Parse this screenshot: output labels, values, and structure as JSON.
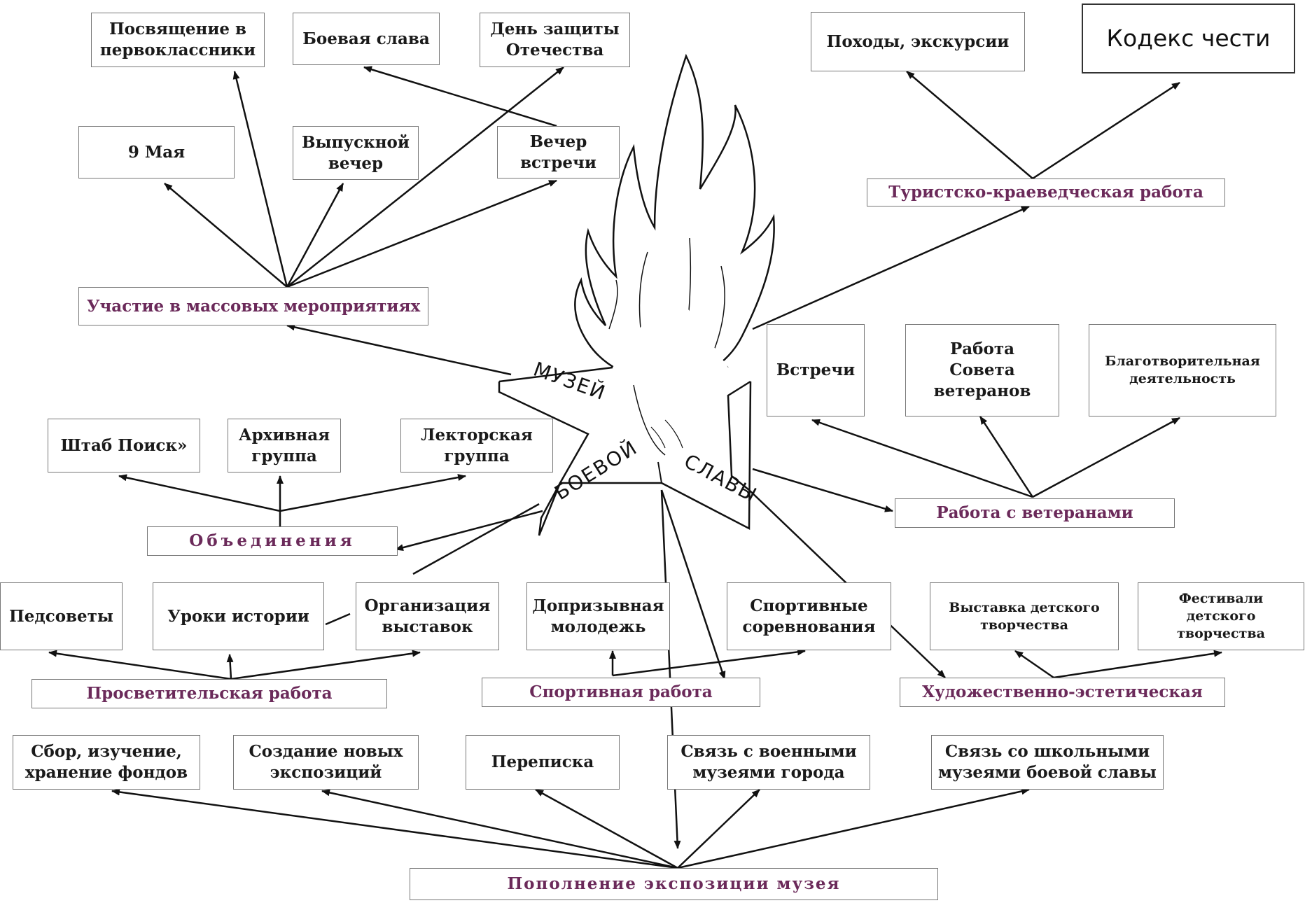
{
  "code_of_honor": "Кодекс чести",
  "emblem": {
    "word1": "МУЗЕЙ",
    "word2": "БОЕВОЙ",
    "word3": "СЛАВЫ"
  },
  "categories": {
    "mass_events": "Участие в массовых мероприятиях",
    "tourism": "Туристско-краеведческая работа",
    "unions": "Объединения",
    "veterans": "Работа с ветеранами",
    "education": "Просветительская работа",
    "sport": "Спортивная работа",
    "art": "Художественно-эстетическая",
    "replenish": "Пополнение экспозиции музея"
  },
  "items": {
    "first_graders": "Посвящение в\nпервоклассники",
    "battle_glory": "Боевая слава",
    "fatherland_day": "День защиты\nОтечества",
    "may9": "9 Мая",
    "graduation": "Выпускной\nвечер",
    "reunion": "Вечер\nвстречи",
    "hikes": "Походы, экскурсии",
    "search_hq": "Штаб Поиск»",
    "archive_group": "Архивная\nгруппа",
    "lecture_group": "Лекторская\nгруппа",
    "meetings": "Встречи",
    "veterans_council": "Работа\nСовета\nветеранов",
    "charity": "Благотворительная\nдеятельность",
    "pedsovety": "Педсоветы",
    "history_lessons": "Уроки истории",
    "exhibitions": "Организация\nвыставок",
    "preconscription": "Допризывная\nмолодежь",
    "competitions": "Спортивные\nсоревнования",
    "kids_exhibition": "Выставка детского\nтворчества",
    "festivals": "Фестивали\nдетского\nтворчества",
    "collection": "Сбор, изучение,\nхранение фондов",
    "new_expositions": "Создание новых\nэкспозиций",
    "correspondence": "Переписка",
    "military_museums": "Связь с военными\nмузеями города",
    "school_museums": "Связь со школьными\nмузеями боевой славы"
  }
}
